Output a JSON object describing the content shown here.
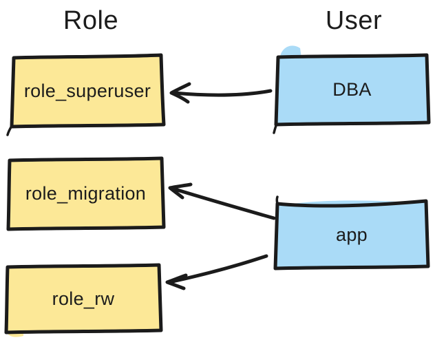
{
  "diagram": {
    "column_headers": {
      "role": "Role",
      "user": "User"
    },
    "role_boxes": [
      {
        "label": "role_superuser"
      },
      {
        "label": "role_migration"
      },
      {
        "label": "role_rw"
      }
    ],
    "user_boxes": [
      {
        "label": "DBA"
      },
      {
        "label": "app"
      }
    ],
    "edges": [
      {
        "from": "DBA",
        "to": "role_superuser"
      },
      {
        "from": "app",
        "to": "role_migration"
      },
      {
        "from": "app",
        "to": "role_rw"
      }
    ],
    "colors": {
      "role_box_fill": "#fce897",
      "user_box_fill": "#aadbf7",
      "stroke": "#1b1b1b",
      "text": "#1c1c1c",
      "background": "#ffffff"
    }
  }
}
